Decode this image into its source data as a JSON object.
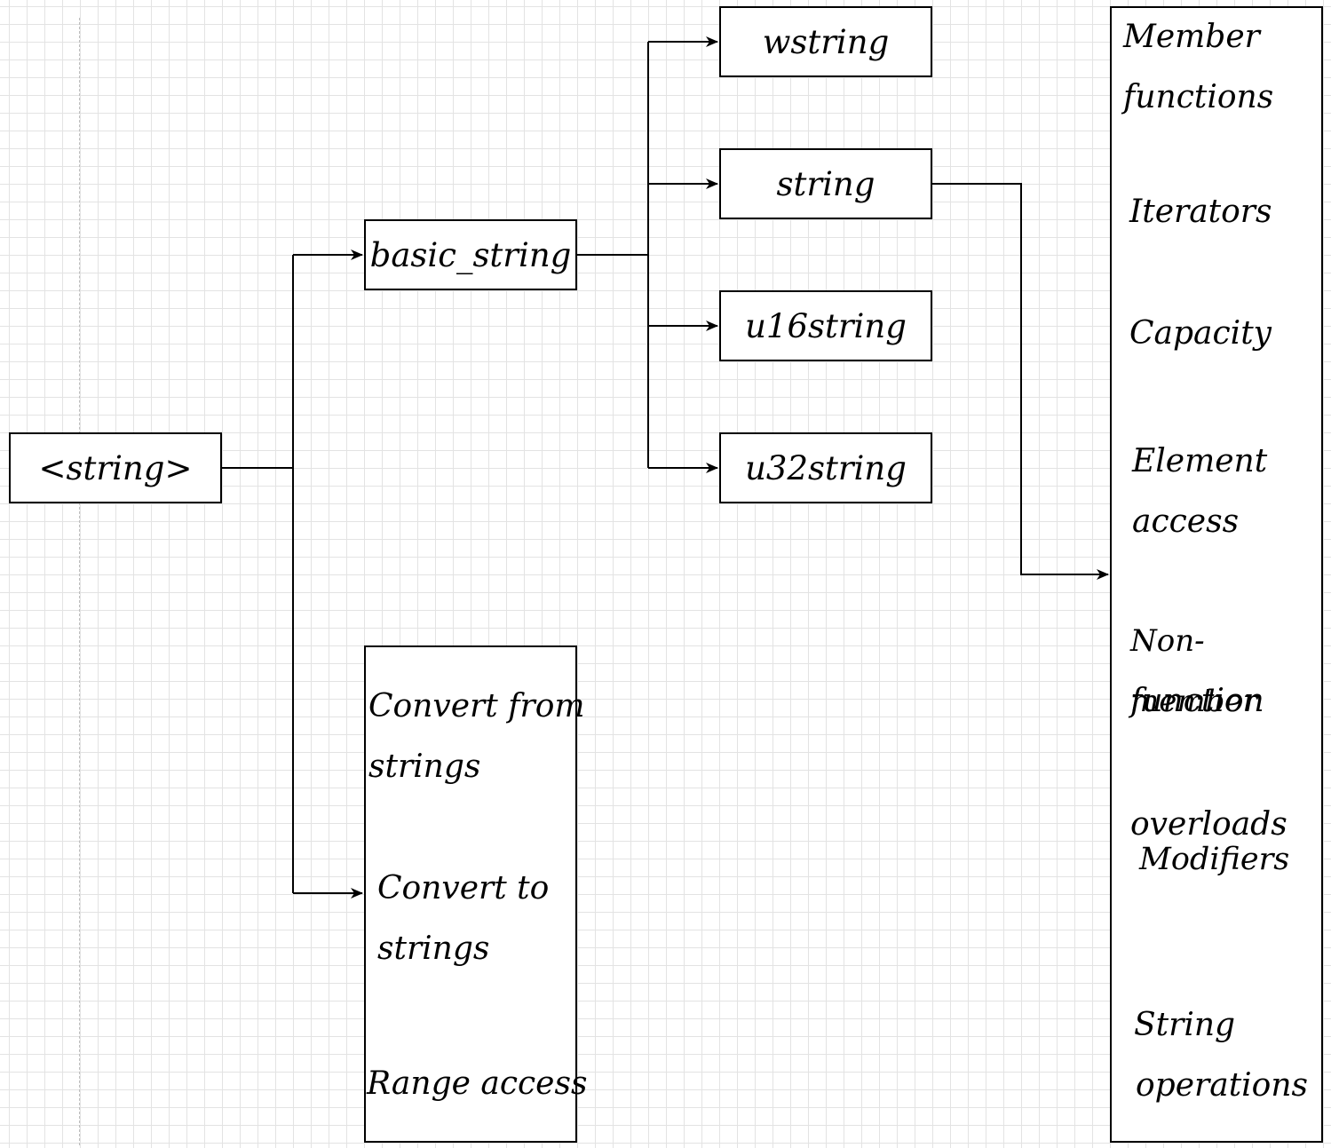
{
  "nodes": {
    "root": "<string>",
    "basic_string": "basic_string",
    "wstring": "wstring",
    "string": "string",
    "u16string": "u16string",
    "u32string": "u32string"
  },
  "conversions": {
    "from_strings_1": "Convert from",
    "from_strings_2": "strings",
    "to_strings_1": "Convert to",
    "to_strings_2": "strings",
    "range_access": "Range access"
  },
  "string_members": {
    "member_functions_1": "Member",
    "member_functions_2": "functions",
    "iterators": "Iterators",
    "capacity": "Capacity",
    "element_access_1": "Element",
    "element_access_2": "access",
    "non_member_1": "Non-member",
    "non_member_2": "function",
    "overloads": "overloads",
    "modifiers": "Modifiers",
    "string_operations_1": "String",
    "string_operations_2": "operations"
  },
  "colors": {
    "stroke": "#000000",
    "grid": "#e3e3e3",
    "background": "#ffffff"
  }
}
